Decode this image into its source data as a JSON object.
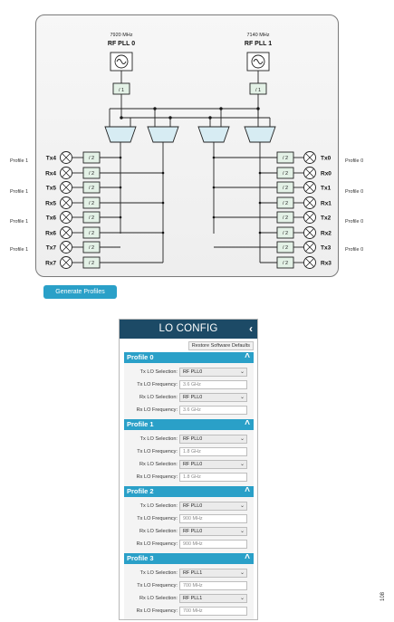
{
  "diagram": {
    "pll0": {
      "freq": "7920 MHz",
      "name": "RF PLL 0",
      "divider": "/ 1"
    },
    "pll1": {
      "freq": "7140 MHz",
      "name": "RF PLL 1",
      "divider": "/ 1"
    },
    "div2": "/ 2",
    "left_channels": [
      "Tx4",
      "Rx4",
      "Tx5",
      "Rx5",
      "Tx6",
      "Rx6",
      "Tx7",
      "Rx7"
    ],
    "right_channels": [
      "Tx0",
      "Rx0",
      "Tx1",
      "Rx1",
      "Tx2",
      "Rx2",
      "Tx3",
      "Rx3"
    ],
    "left_profile_labels": [
      "Profile 1",
      "Profile 1",
      "Profile 1",
      "Profile 1"
    ],
    "right_profile_labels": [
      "Profile 0",
      "Profile 0",
      "Profile 0",
      "Profile 0"
    ]
  },
  "generate_button": "Generate Profiles",
  "lo_config": {
    "title": "LO CONFIG",
    "back_icon": "chevron-left-icon",
    "restore_label": "Restore Software Defaults",
    "labels": {
      "tx_sel": "Tx LO Selection:",
      "tx_freq": "Tx LO Frequency:",
      "rx_sel": "Rx LO Selection:",
      "rx_freq": "Rx LO Frequency:"
    },
    "profiles": [
      {
        "name": "Profile 0",
        "tx_sel": "RF PLL0",
        "tx_freq": "3.6 GHz",
        "rx_sel": "RF PLL0",
        "rx_freq": "3.6 GHz"
      },
      {
        "name": "Profile 1",
        "tx_sel": "RF PLL0",
        "tx_freq": "1.8 GHz",
        "rx_sel": "RF PLL0",
        "rx_freq": "1.8 GHz"
      },
      {
        "name": "Profile 2",
        "tx_sel": "RF PLL0",
        "tx_freq": "900 MHz",
        "rx_sel": "RF PLL0",
        "rx_freq": "900 MHz"
      },
      {
        "name": "Profile 3",
        "tx_sel": "RF PLL1",
        "tx_freq": "700 MHz",
        "rx_sel": "RF PLL1",
        "rx_freq": "700 MHz"
      }
    ]
  },
  "figure_id": "108",
  "colors": {
    "accent": "#2aa0c8",
    "header": "#1c4a66",
    "mux_fill": "#d7ecf3",
    "div_fill": "#e3f1e6"
  }
}
